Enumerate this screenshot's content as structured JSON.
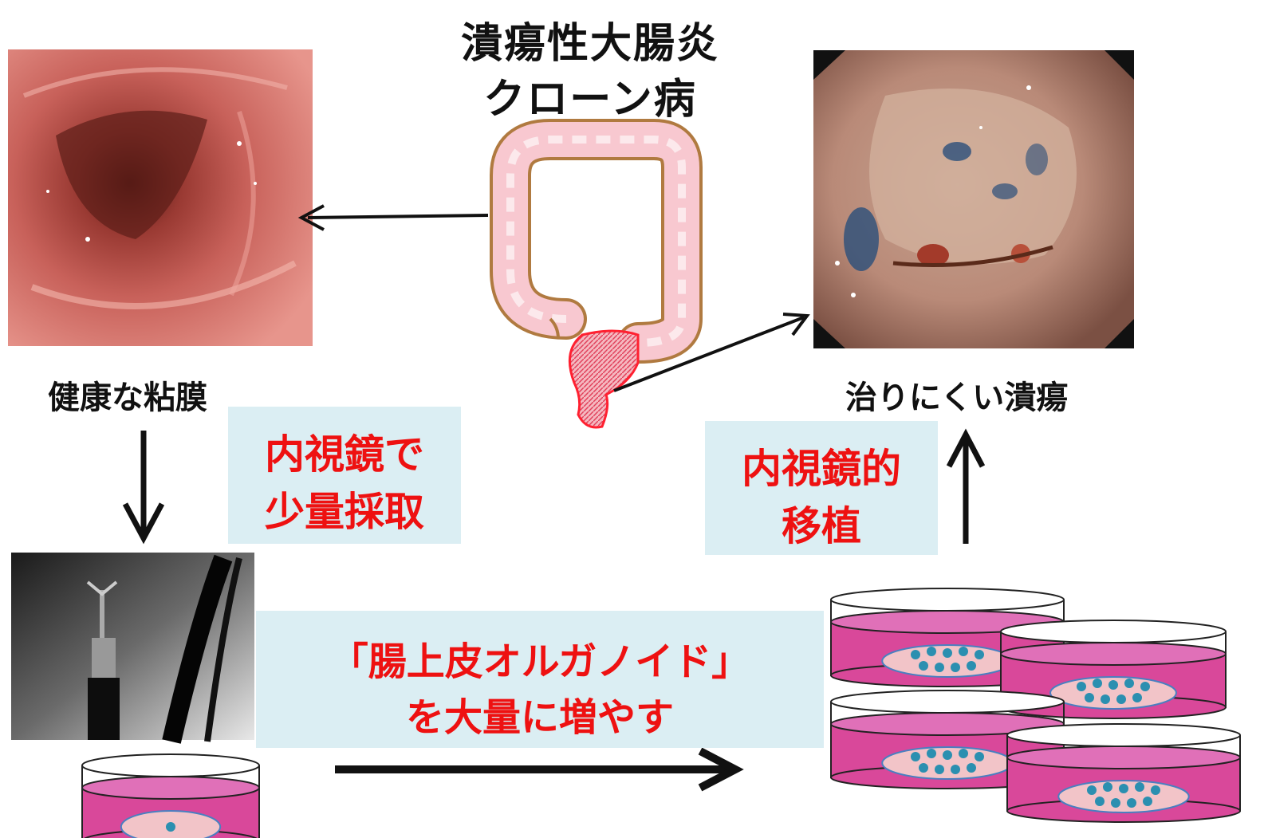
{
  "title": {
    "line1": "潰瘍性大腸炎",
    "line2": "クローン病"
  },
  "captions": {
    "healthy": "健康な粘膜",
    "ulcer": "治りにくい潰瘍"
  },
  "step_sampling": {
    "line1": "内視鏡で",
    "line2": "少量採取"
  },
  "step_transplant": {
    "line1": "内視鏡的",
    "line2": "移植"
  },
  "step_expand": {
    "line1": "「腸上皮オルガノイド」",
    "line2": "を大量に増やす"
  },
  "colors": {
    "red_text": "#ee1111",
    "box_bg": "#dbeef3",
    "medium": "#d9489a",
    "tissue": "#f2c4c8",
    "organoid": "#2b8fb0"
  },
  "icons": [
    "healthy-mucosa-photo",
    "ulcer-photo",
    "colon-illustration",
    "endoscope-forceps-photo",
    "petri-dish"
  ]
}
